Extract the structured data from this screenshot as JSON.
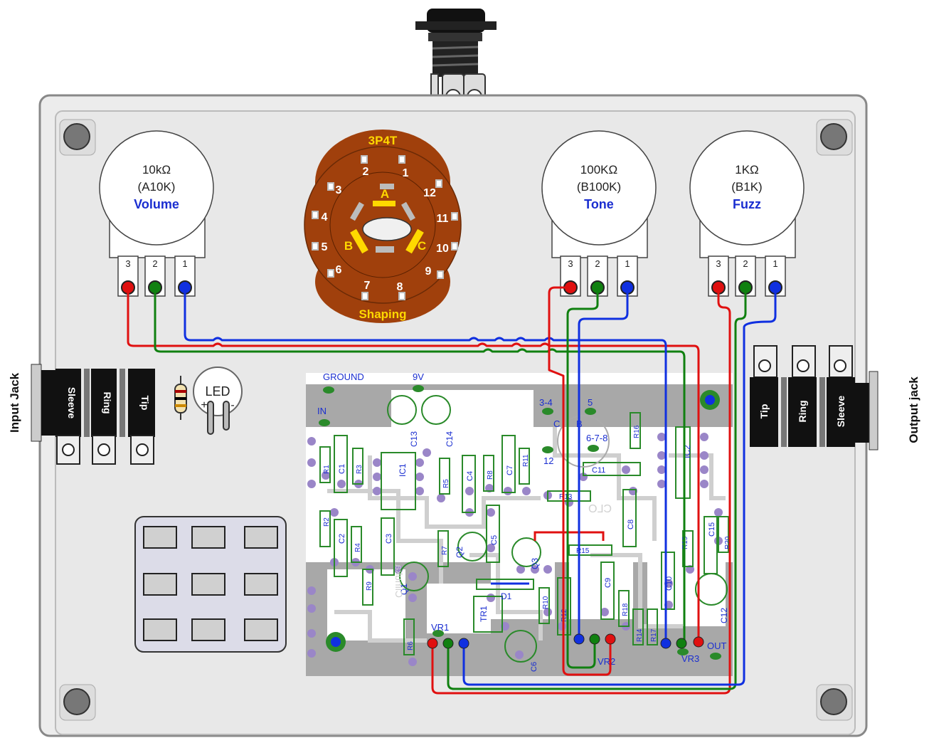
{
  "pots": [
    {
      "value": "10kΩ",
      "code": "(A10K)",
      "name": "Volume",
      "lugs": [
        "3",
        "2",
        "1"
      ]
    },
    {
      "value": "100KΩ",
      "code": "(B100K)",
      "name": "Tone",
      "lugs": [
        "3",
        "2",
        "1"
      ]
    },
    {
      "value": "1KΩ",
      "code": "(B1K)",
      "name": "Fuzz",
      "lugs": [
        "3",
        "2",
        "1"
      ]
    }
  ],
  "switch": {
    "type": "3P4T",
    "name": "Shaping",
    "numbers": [
      "1",
      "2",
      "3",
      "4",
      "5",
      "6",
      "7",
      "8",
      "9",
      "10",
      "11",
      "12"
    ],
    "poles": [
      "A",
      "B",
      "C"
    ]
  },
  "input_jack": {
    "title": "Input Jack",
    "lugs": [
      "Sleeve",
      "Ring",
      "Tip"
    ]
  },
  "output_jack": {
    "title": "Output jack",
    "lugs": [
      "Tip",
      "Ring",
      "Sleeve"
    ]
  },
  "led": {
    "label": "LED",
    "plus": "+",
    "minus": "-"
  },
  "pcb": {
    "pads": {
      "ground": "GROUND",
      "nine_v": "9V",
      "in": "IN",
      "out": "OUT",
      "vr1": "VR1",
      "vr2": "VR2",
      "vr3": "VR3",
      "p34": "3-4",
      "p5": "5",
      "p678": "6-7-8",
      "p12": "12",
      "pc": "C",
      "pb": "B"
    },
    "parts": [
      "R1",
      "C1",
      "R3",
      "IC1",
      "R5",
      "C4",
      "R8",
      "C7",
      "R11",
      "R16",
      "IC2",
      "C11",
      "C13",
      "C14",
      "R2",
      "C2",
      "R4",
      "C3",
      "R7",
      "Q2",
      "C5",
      "R13",
      "C8",
      "R9",
      "Q1",
      "R15",
      "C9",
      "C15",
      "R10",
      "R12",
      "D1",
      "TR1",
      "R6",
      "C6",
      "C10",
      "R18",
      "R14",
      "R17",
      "C12",
      "Q3",
      "R19",
      "R20"
    ],
    "mirror_text": [
      "CLO",
      "Clinuka"
    ]
  },
  "colors": {
    "red": "#e01010",
    "green": "#108010",
    "blue": "#1030e0",
    "brown": "#a0400c",
    "yellow": "#ffd800"
  }
}
